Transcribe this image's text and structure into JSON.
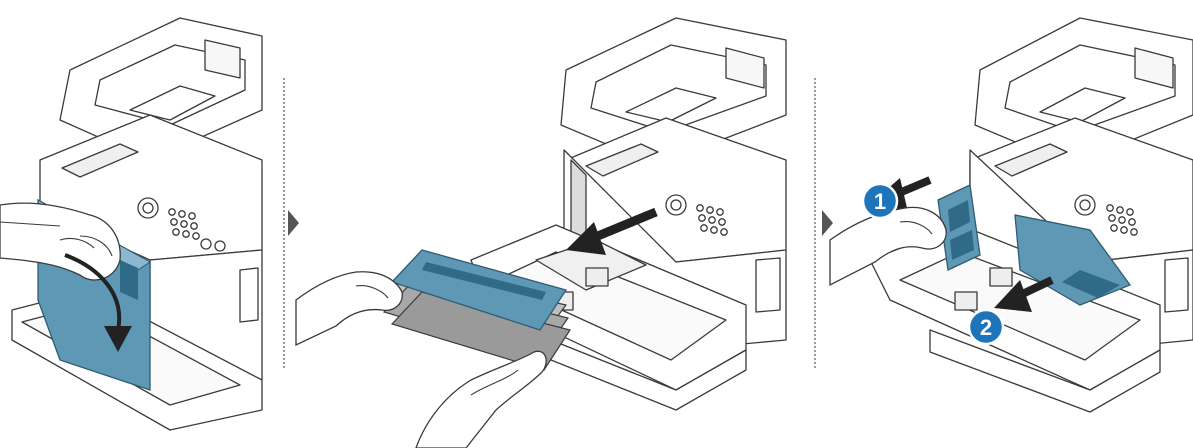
{
  "steps": [
    {
      "id": "open-front-cover"
    },
    {
      "id": "remove-toner-cartridges"
    },
    {
      "id": "remove-waste-toner-container",
      "callouts": [
        {
          "number": "1"
        },
        {
          "number": "2"
        }
      ]
    }
  ],
  "colors": {
    "line": "#3a3a3a",
    "body": "#ffffff",
    "accent_blue": "#5f98b5",
    "accent_blue_dark": "#2f6a88",
    "callout_blue": "#1d74b8",
    "arrow": "#222222",
    "divider": "#9a9a9a"
  },
  "icons": [
    "printer-illustration",
    "hand-illustration",
    "toner-cartridge",
    "waste-toner-container",
    "direction-arrow",
    "next-step-arrow"
  ]
}
